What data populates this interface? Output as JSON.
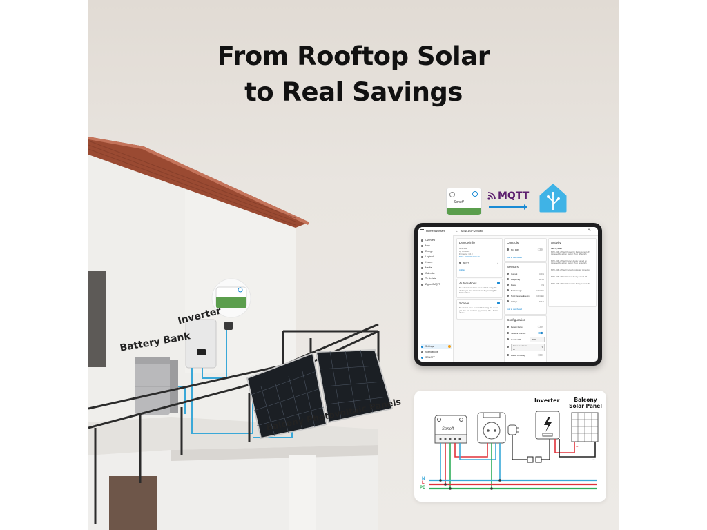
{
  "headline": {
    "line1": "From Rooftop Solar",
    "line2": "to Real Savings"
  },
  "scene_labels": {
    "inverter": "Inverter",
    "battery_bank": "Battery Bank",
    "balcony_panels": "Balcony Photovoltaic Panels"
  },
  "integration": {
    "device_brand": "Sonoff",
    "protocol": "MQTT",
    "platform_icon": "home-assistant-icon"
  },
  "tablet": {
    "app_title": "Home Assistant",
    "device_name": "MINI-D3P-27f6e0",
    "sidebar": [
      "Overview",
      "Map",
      "Energy",
      "Logbook",
      "History",
      "Media",
      "Calendar",
      "To-do lists",
      "Zigbee2MQTT",
      "Settings",
      "Notifications",
      "SONOFF"
    ],
    "device_info": {
      "title": "Device info",
      "lines": [
        "MINI-D3P",
        "by SONOFF",
        "Firmware: 1.0.0",
        "MAC: 20:18:9b:27:f6:e0"
      ],
      "integration_row": "MQTT",
      "add_to_label": "Add to"
    },
    "automations": {
      "title": "Automations",
      "text": "No automations have been added using this device yet. You can add one by pressing the + button above."
    },
    "scenes": {
      "title": "Scenes",
      "text": "No scenes have been added using this device yet. You can add one by pressing the + button above."
    },
    "controls": {
      "title": "Controls",
      "rows": [
        {
          "name": "Mini D3P",
          "on": false
        }
      ],
      "add_label": "Add to dashboard"
    },
    "sensors": {
      "title": "Sensors",
      "rows": [
        {
          "name": "Current",
          "value": "0.00 A"
        },
        {
          "name": "Frequency",
          "value": "50 Hz"
        },
        {
          "name": "Power",
          "value": "0 W"
        },
        {
          "name": "Total Energy",
          "value": "0.00 kWh"
        },
        {
          "name": "Total Reverse Energy",
          "value": "0.00 kWh"
        },
        {
          "name": "Voltage",
          "value": "230 V"
        }
      ],
      "add_label": "Add to dashboard"
    },
    "configuration": {
      "title": "Configuration",
      "rows": [
        {
          "name": "Detach Relay",
          "kind": "toggle",
          "on": false
        },
        {
          "name": "Network indicator",
          "kind": "toggle",
          "on": true
        },
        {
          "name": "Overload Pr...",
          "kind": "value",
          "value": "3000"
        },
        {
          "name": "Power on behavior",
          "kind": "select",
          "value": "off"
        },
        {
          "name": "Power On Delay",
          "kind": "toggle",
          "on": false
        }
      ]
    },
    "activity": {
      "title": "Activity",
      "date": "July 2, 2025",
      "entries": [
        "MINI-D3P-27f6e0 Power On Delay turned off triggered by action Switch: Turn off switch",
        "MINI-D3P-27f6e0 Detach Relay turned on triggered by action Switch: Turn on switch",
        "MINI-D3P-27f6e0 Network indicator turned on",
        "MINI-D3P-27f6e0 Detach Relay turned off",
        "MINI-D3P-27f6e0 Power On Delay turned off"
      ]
    }
  },
  "wiring": {
    "inverter_label": "Inverter",
    "panel_label": "Balcony\nSolar Panel",
    "device_brand": "Sonoff",
    "line_labels": [
      "N",
      "L",
      "PE"
    ],
    "line_colors": {
      "N": "#3aa8d8",
      "L": "#e0323a",
      "PE": "#2fae5a"
    }
  },
  "colors": {
    "accent_blue": "#1a8ad4",
    "device_green": "#5b9e4d",
    "mqtt_purple": "#5c1f6e",
    "ha_blue": "#3fb3e6",
    "cable_blue": "#3aa8d8",
    "roof": "#9a4a32"
  }
}
